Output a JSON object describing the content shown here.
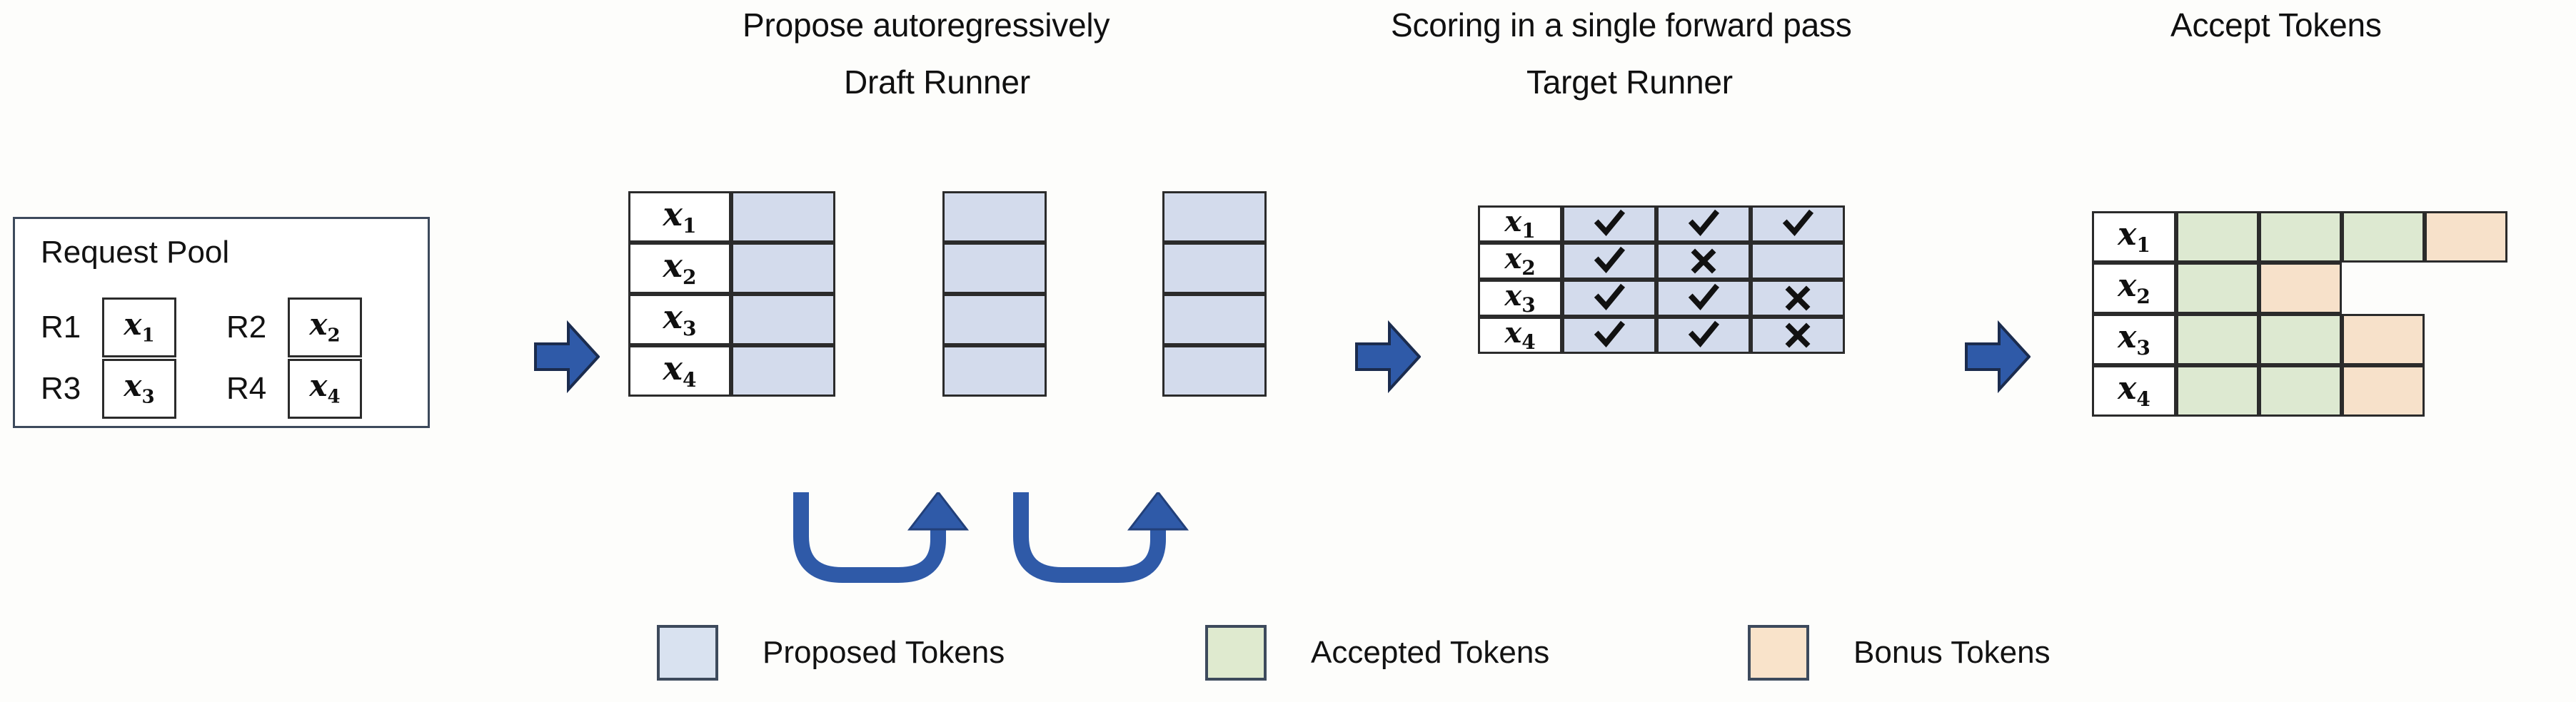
{
  "headings": {
    "propose": "Propose autoregressively",
    "draft_runner": "Draft Runner",
    "scoring": "Scoring in a single forward pass",
    "target_runner": "Target Runner",
    "accept_tokens": "Accept Tokens"
  },
  "request_pool": {
    "title": "Request Pool",
    "requests": [
      {
        "label": "R1",
        "token": "x",
        "sub": "1"
      },
      {
        "label": "R2",
        "token": "x",
        "sub": "2"
      },
      {
        "label": "R3",
        "token": "x",
        "sub": "3"
      },
      {
        "label": "R4",
        "token": "x",
        "sub": "4"
      }
    ]
  },
  "draft_runner": {
    "row_labels": [
      {
        "token": "x",
        "sub": "1"
      },
      {
        "token": "x",
        "sub": "2"
      },
      {
        "token": "x",
        "sub": "3"
      },
      {
        "token": "x",
        "sub": "4"
      }
    ],
    "step_count": 3,
    "cell_state": "proposed"
  },
  "target_runner": {
    "row_labels": [
      {
        "token": "x",
        "sub": "1"
      },
      {
        "token": "x",
        "sub": "2"
      },
      {
        "token": "x",
        "sub": "3"
      },
      {
        "token": "x",
        "sub": "4"
      }
    ],
    "scores": [
      [
        "check",
        "check",
        "check"
      ],
      [
        "check",
        "cross",
        "blank"
      ],
      [
        "check",
        "check",
        "cross"
      ],
      [
        "check",
        "check",
        "cross"
      ]
    ]
  },
  "accept_tokens": {
    "row_labels": [
      {
        "token": "x",
        "sub": "1"
      },
      {
        "token": "x",
        "sub": "2"
      },
      {
        "token": "x",
        "sub": "3"
      },
      {
        "token": "x",
        "sub": "4"
      }
    ],
    "rows": [
      [
        "accepted",
        "accepted",
        "accepted",
        "bonus"
      ],
      [
        "accepted",
        "bonus"
      ],
      [
        "accepted",
        "accepted",
        "bonus"
      ],
      [
        "accepted",
        "accepted",
        "bonus"
      ]
    ]
  },
  "legend": [
    {
      "name": "proposed",
      "label": "Proposed Tokens",
      "color": "#d9e2f0"
    },
    {
      "name": "accepted",
      "label": "Accepted Tokens",
      "color": "#dfeacf"
    },
    {
      "name": "bonus",
      "label": "Bonus Tokens",
      "color": "#f9e3ca"
    }
  ],
  "colors": {
    "arrow_blue": "#2f5aa8",
    "arrow_blue_dark": "#22407a",
    "proposed": "#d3dbec",
    "accepted": "#dde9d1",
    "bonus": "#f7e1ca",
    "stroke": "#2b2b2b",
    "text": "#101010"
  }
}
